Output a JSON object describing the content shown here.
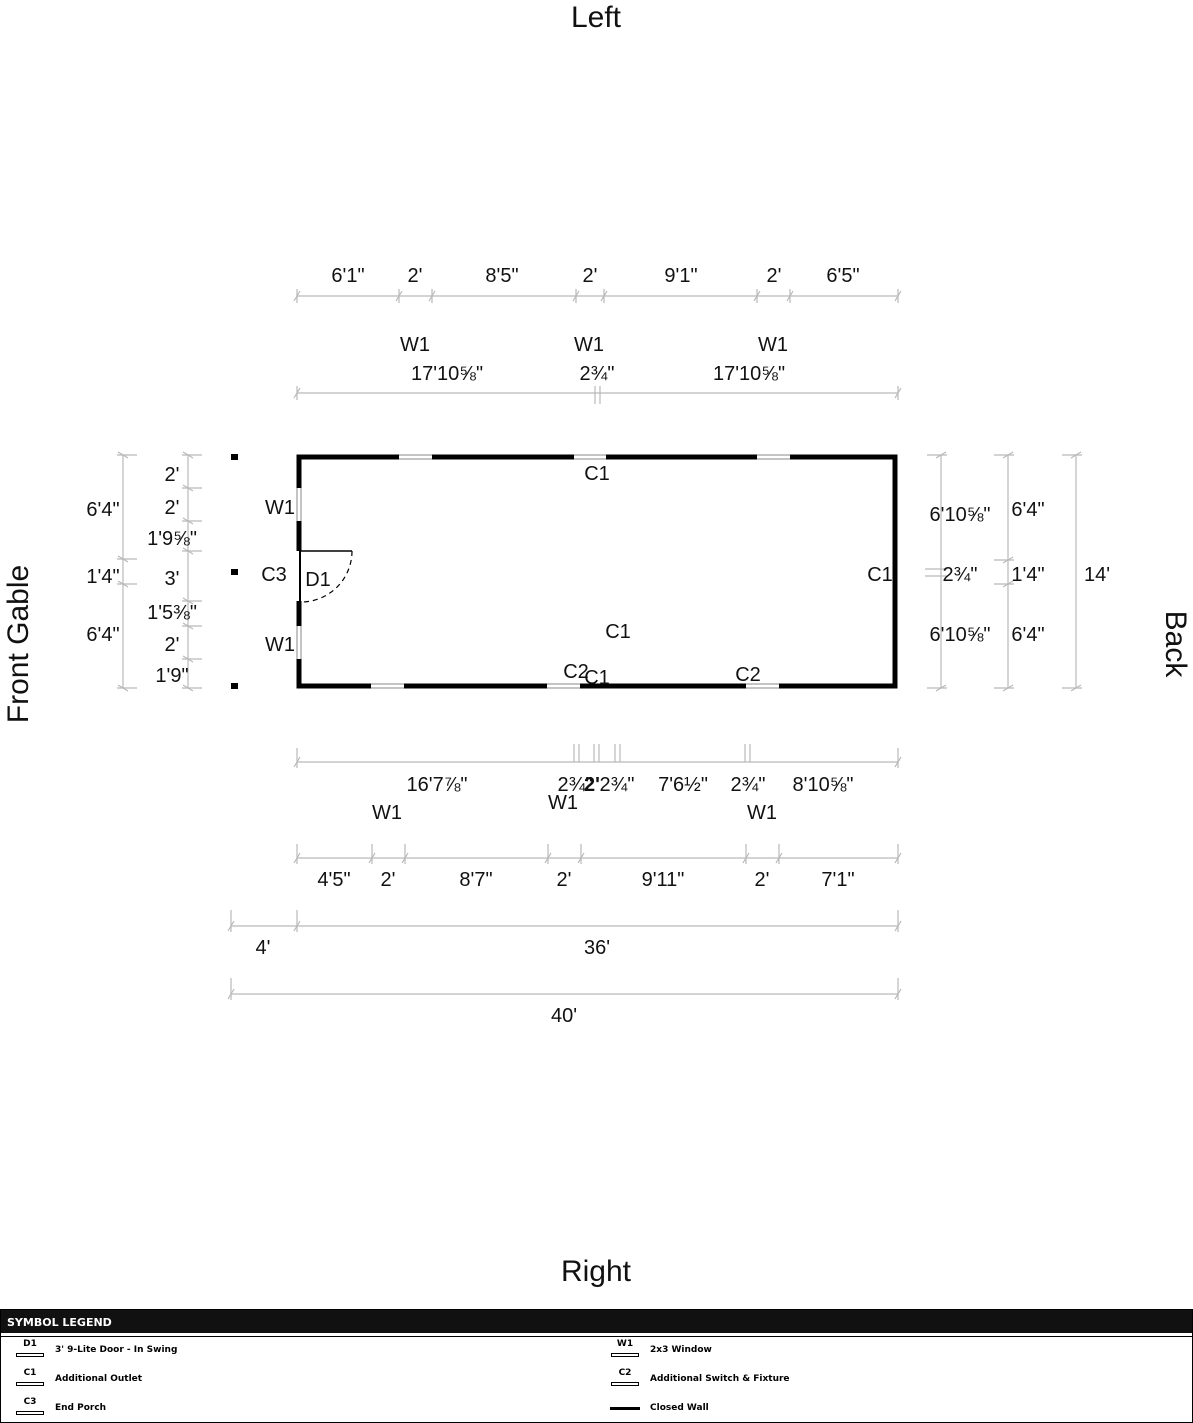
{
  "sides": {
    "top": "Left",
    "bottom": "Right",
    "left": "Front Gable",
    "right": "Back"
  },
  "top_dims_row1": [
    "6'1\"",
    "2'",
    "8'5\"",
    "2'",
    "9'1\"",
    "2'",
    "6'5\""
  ],
  "top_window_labels": [
    "W1",
    "W1",
    "W1"
  ],
  "top_dims_row2": [
    "17'10⅝\"",
    "2¾\"",
    "17'10⅝\""
  ],
  "left_dims_inner": [
    "2'",
    "2'",
    "1'9⅝\"",
    "3'",
    "1'5⅜\"",
    "2'",
    "1'9\""
  ],
  "left_dims_outer": [
    "6'4\"",
    "1'4\"",
    "6'4\""
  ],
  "front_labels": {
    "window_upper": "W1",
    "porch": "C3",
    "door": "D1",
    "window_lower": "W1"
  },
  "interior_labels": {
    "top_outlet": "C1",
    "back_outlet": "C1",
    "center_outlet": "C1",
    "bottom_switch_1": "C2",
    "bottom_outlet": "C1",
    "bottom_switch_2": "C2"
  },
  "right_dims_inner": [
    "6'10⅝\"",
    "2¾\"",
    "6'10⅝\""
  ],
  "right_dims_middle": [
    "6'4\"",
    "1'4\"",
    "6'4\""
  ],
  "right_dims_outer": "14'",
  "bottom_dims_row1": [
    "16'7⅞\"",
    "2¾\"",
    "2'",
    "2¾\"",
    "7'6½\"",
    "2¾\"",
    "8'10⅝\""
  ],
  "bottom_window_labels": [
    "W1",
    "W1",
    "W1"
  ],
  "bottom_dims_row2": [
    "4'5\"",
    "2'",
    "8'7\"",
    "2'",
    "9'11\"",
    "2'",
    "7'1\""
  ],
  "overall_dims": {
    "porch": "4'",
    "building": "36'",
    "total": "40'"
  },
  "legend": {
    "title": "SYMBOL LEGEND",
    "items": [
      {
        "code": "D1",
        "label": "3' 9-Lite Door - In Swing"
      },
      {
        "code": "W1",
        "label": "2x3 Window"
      },
      {
        "code": "C1",
        "label": "Additional Outlet"
      },
      {
        "code": "C2",
        "label": "Additional Switch & Fixture"
      },
      {
        "code": "C3",
        "label": "End Porch"
      },
      {
        "code": "",
        "label": "Closed Wall"
      }
    ]
  }
}
